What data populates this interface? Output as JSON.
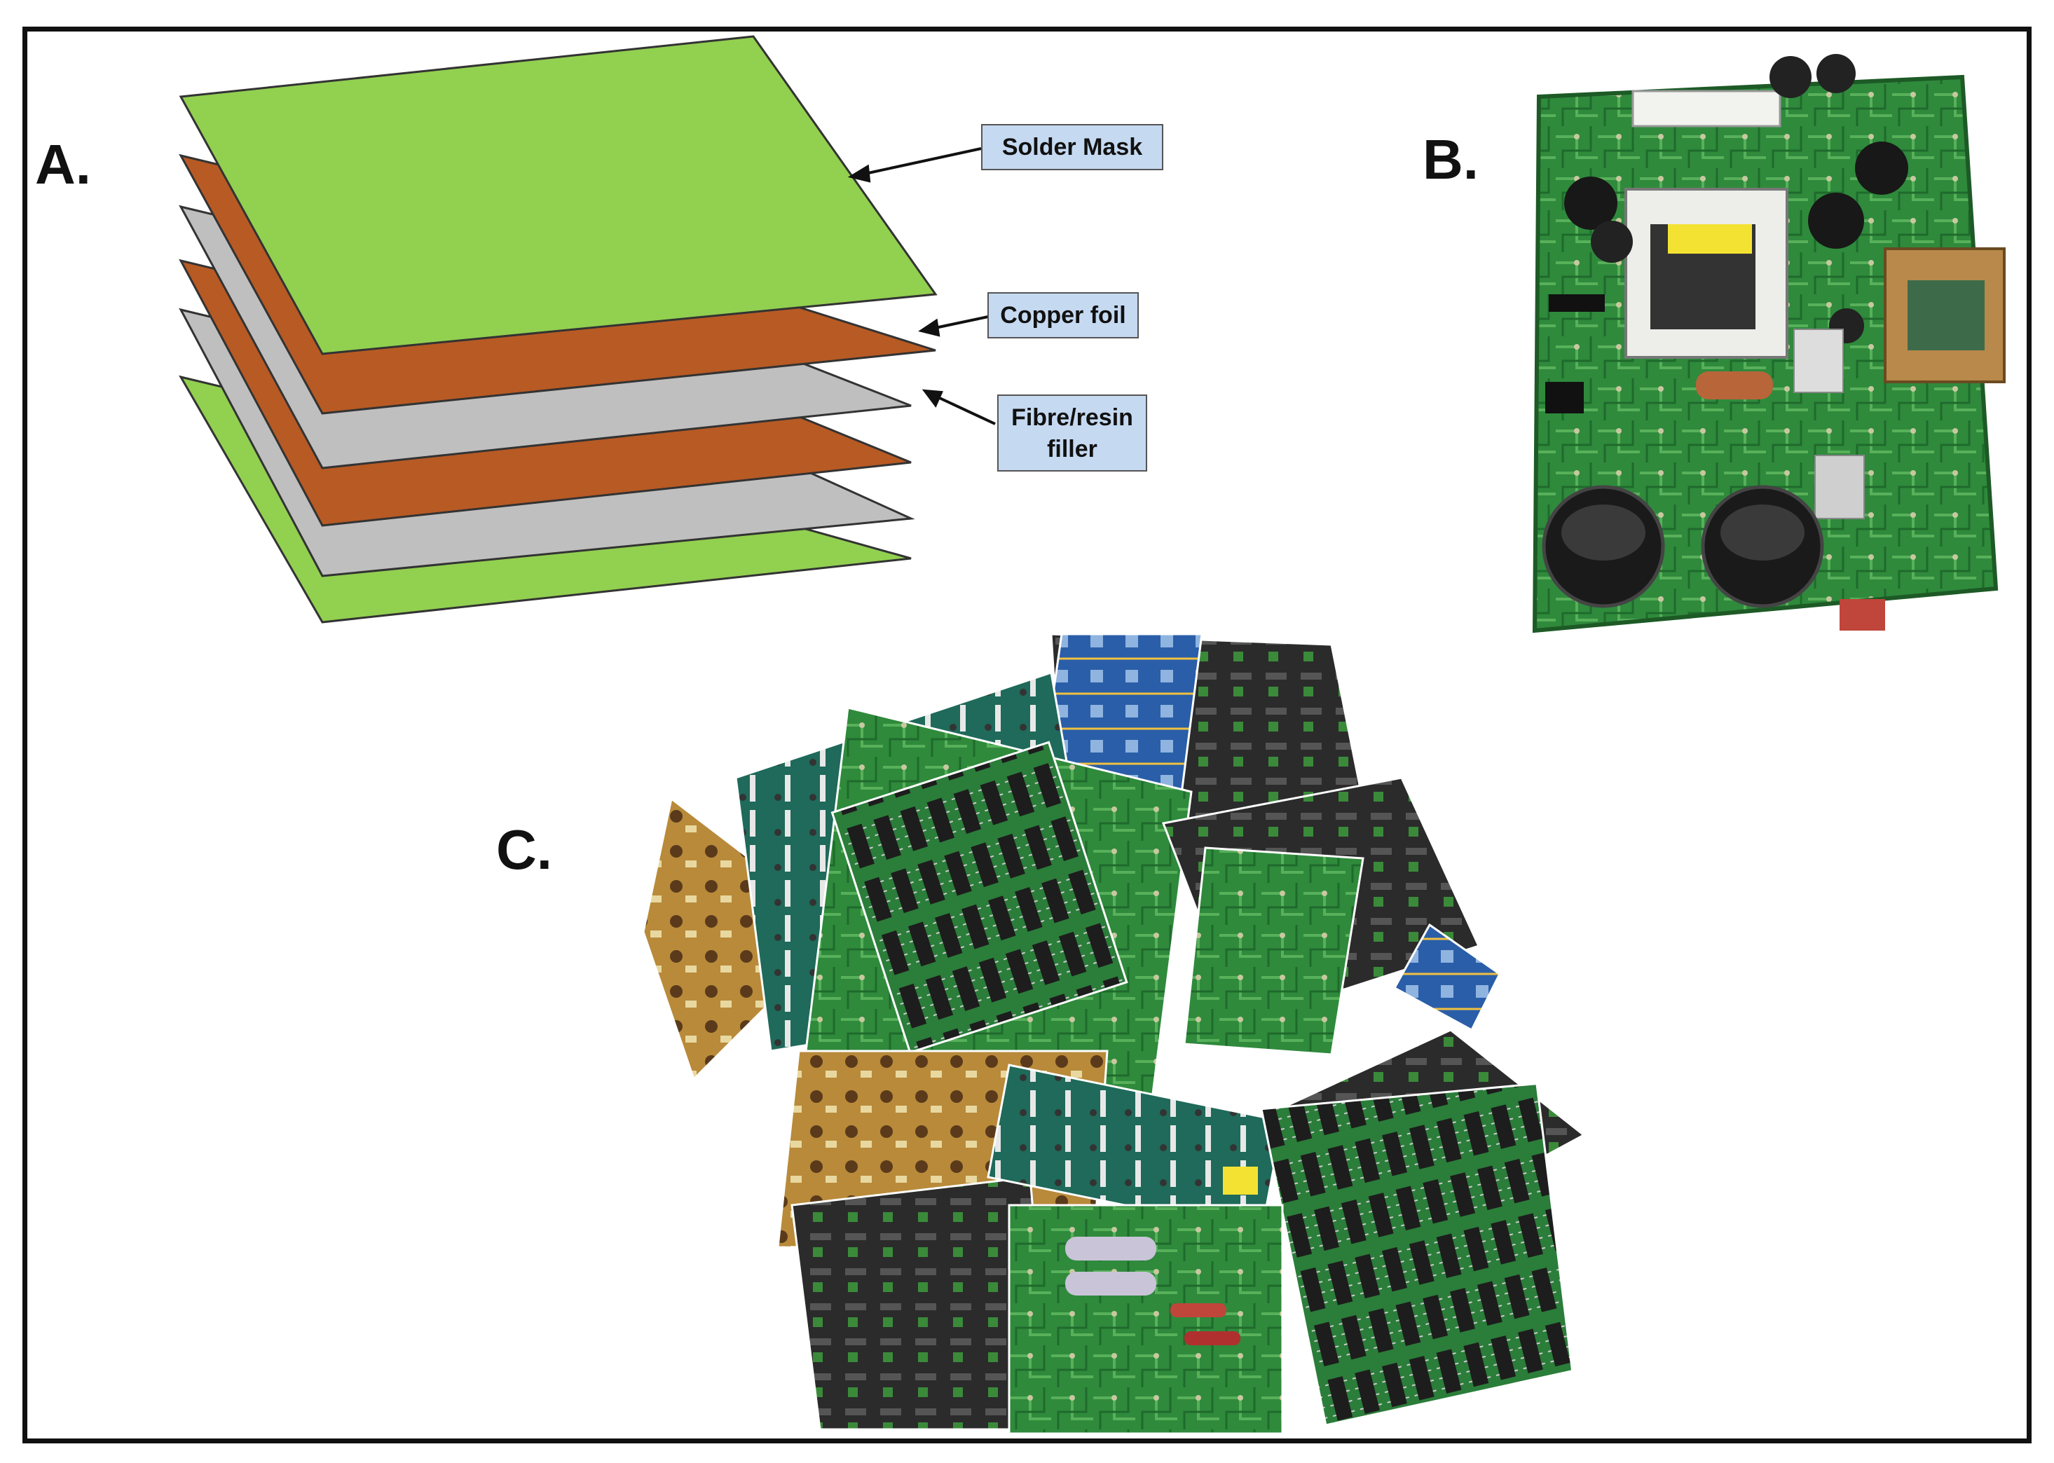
{
  "panels": {
    "a": {
      "letter": "A."
    },
    "b": {
      "letter": "B."
    },
    "c": {
      "letter": "C."
    }
  },
  "callouts": {
    "solder_mask": "Solder  Mask",
    "copper_foil": "Copper foil",
    "fibre_line1": "Fibre/resin",
    "fibre_line2": "filler"
  },
  "colors": {
    "solder_mask": "#92d050",
    "copper": "#b85a24",
    "fibre": "#bfbfbf",
    "callout_box": "#c5d9f1",
    "pcb_green": "#2f8a3c"
  }
}
